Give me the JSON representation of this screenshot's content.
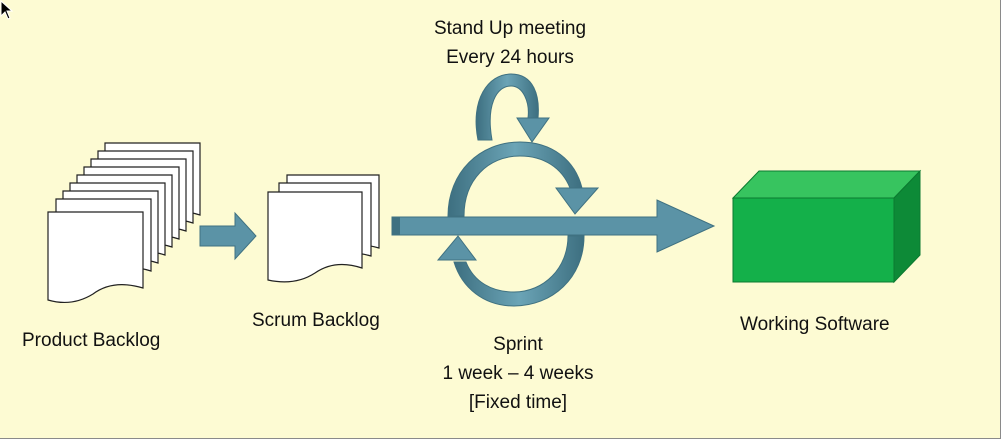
{
  "standup": {
    "line1": "Stand Up meeting",
    "line2": "Every 24 hours"
  },
  "product_backlog": {
    "label": "Product Backlog"
  },
  "scrum_backlog": {
    "label": "Scrum Backlog"
  },
  "sprint": {
    "line1": "Sprint",
    "line2": "1 week – 4 weeks",
    "line3": "[Fixed time]"
  },
  "working_software": {
    "label": "Working Software"
  },
  "colors": {
    "background": "#fdfbd3",
    "arrow": "#5b93a6",
    "arrow_dark": "#3f7181",
    "box_front": "#14b04a",
    "box_top": "#37c45f",
    "box_side": "#0d8a37"
  }
}
